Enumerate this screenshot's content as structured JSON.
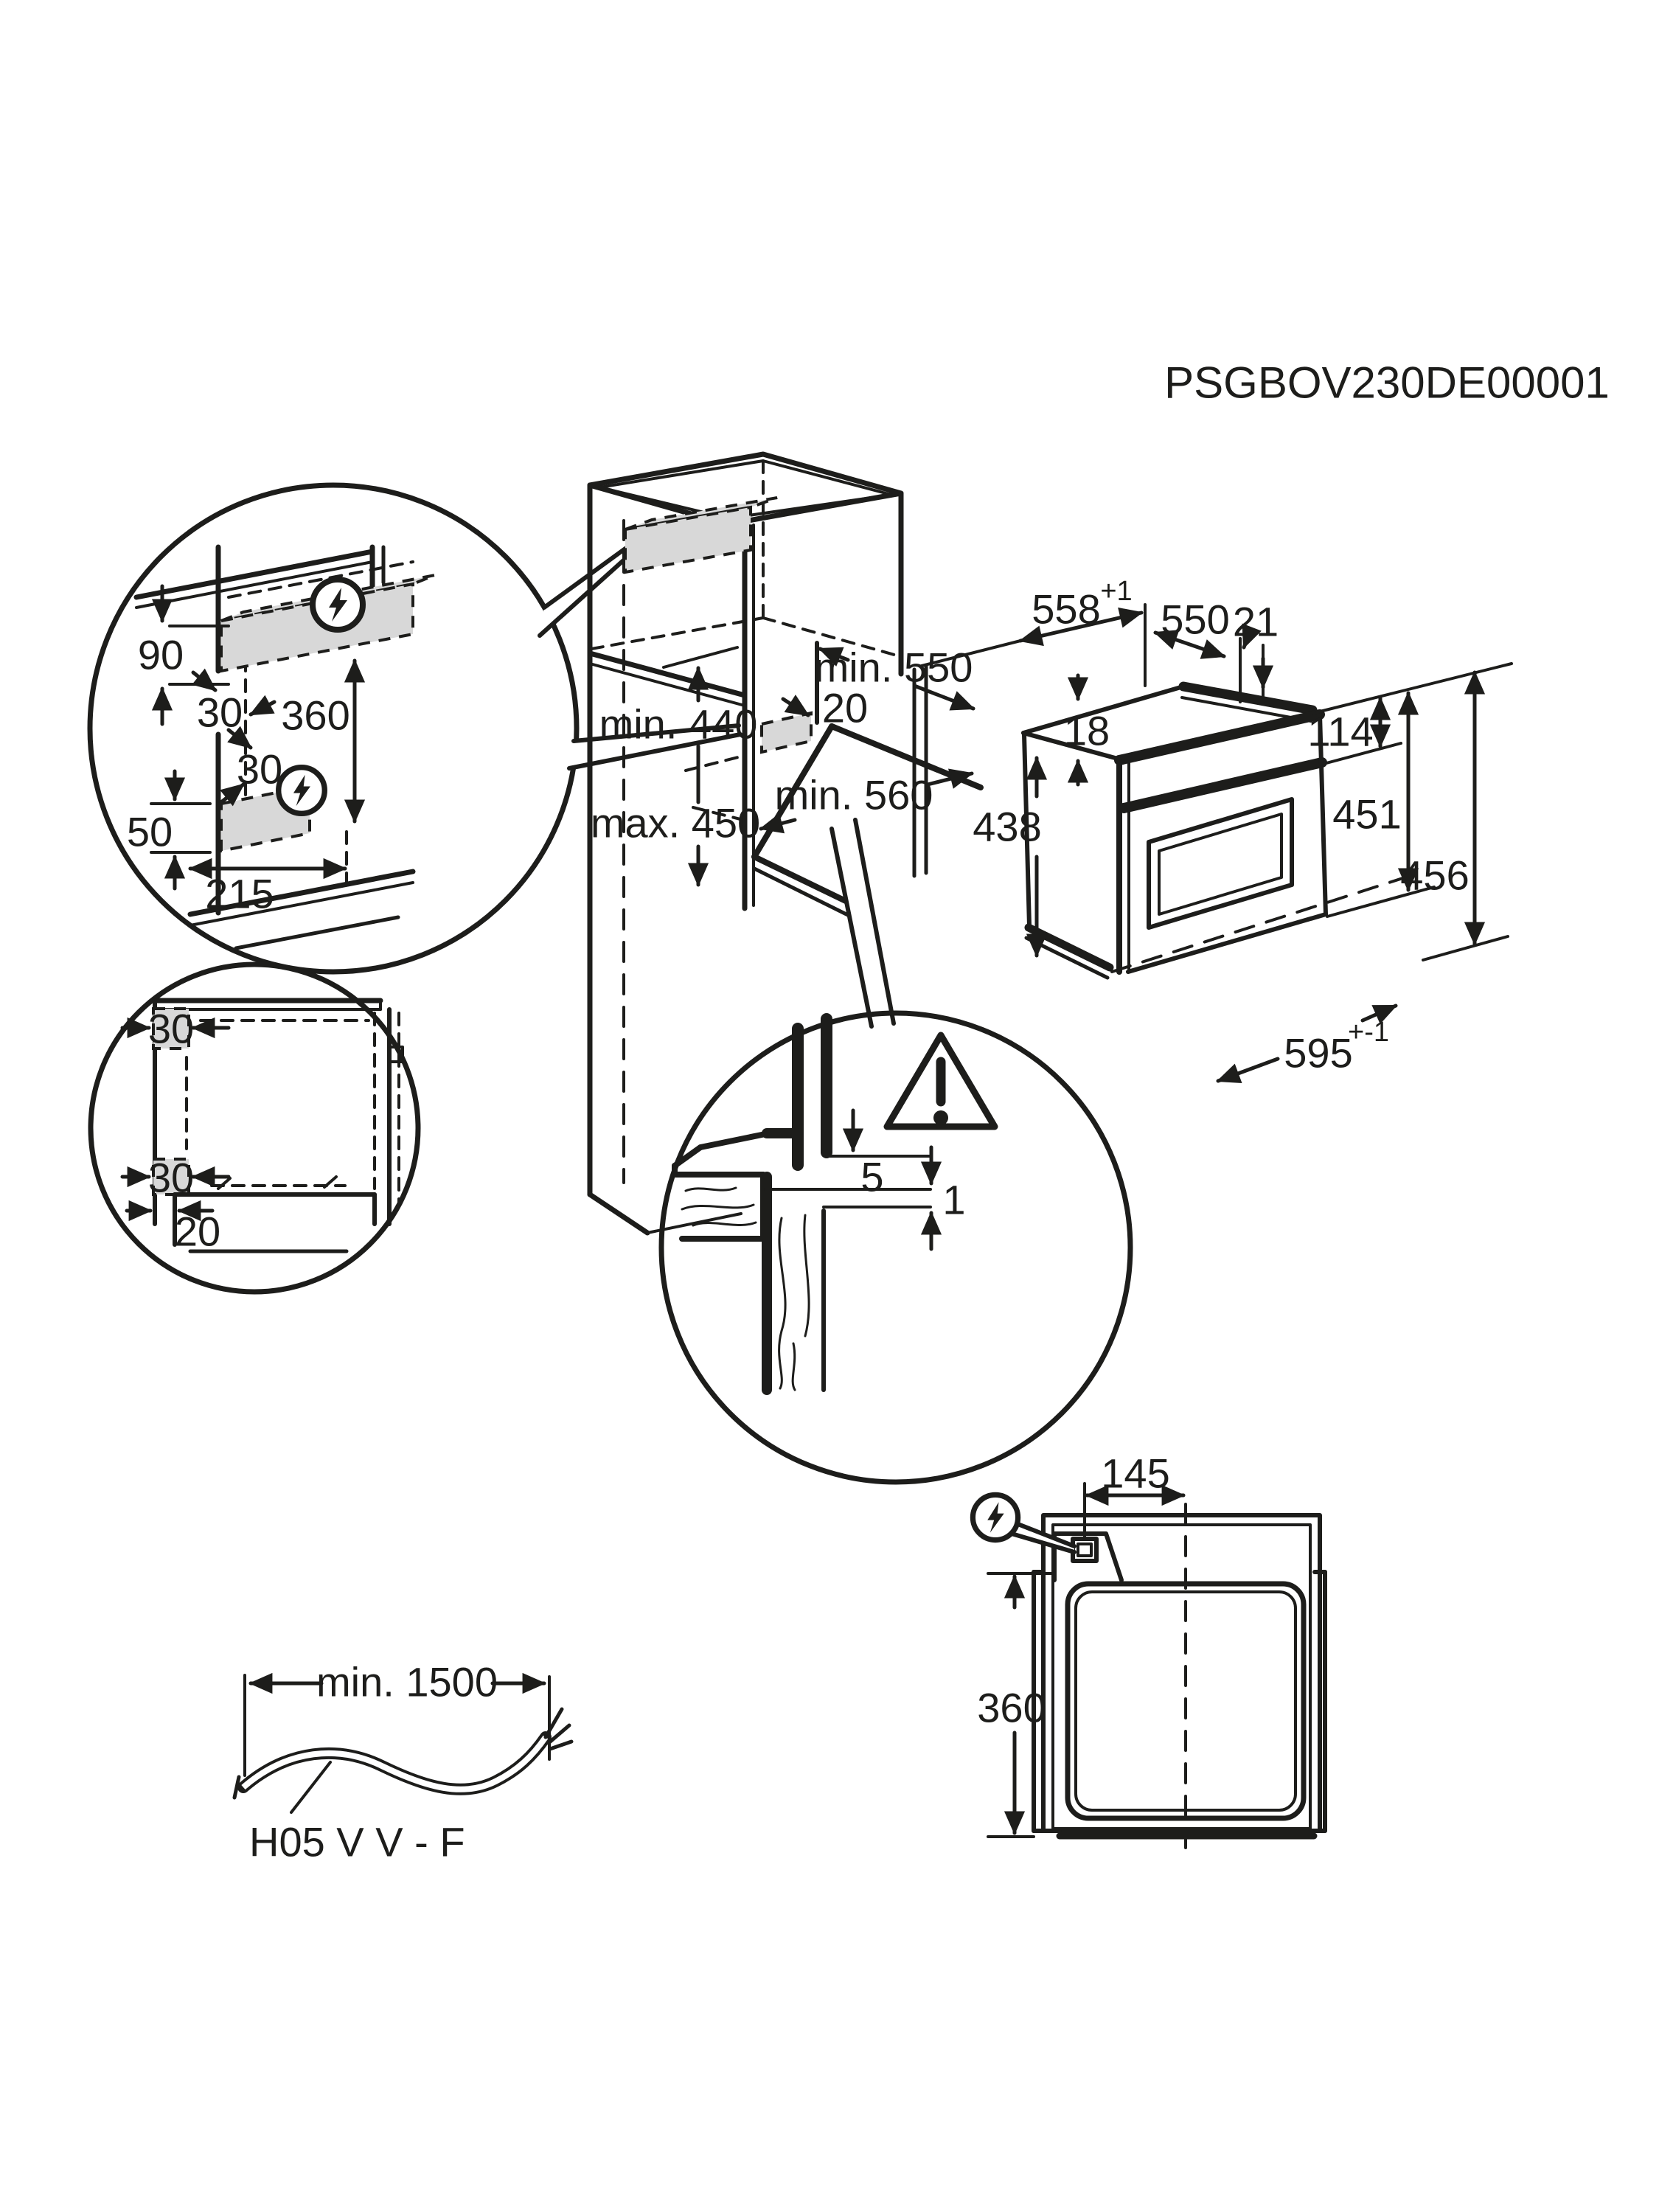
{
  "drawing": {
    "code": "PSGBOV230DE00001"
  },
  "colors": {
    "line": "#1d1d1b",
    "gray_fill": "#d8d8d8",
    "background": "#ffffff"
  },
  "detail_side_circle": {
    "description": "electrical connection positions on cabinet side",
    "d90": "90",
    "d30_top": "30",
    "d360": "360",
    "d30_bottom": "30",
    "d50": "50",
    "d215": "215",
    "icon": "lightning-bolt-circle"
  },
  "cabinet_iso": {
    "min440": "min. 440",
    "max450": "max. 450",
    "min550": "min. 550",
    "d20": "20",
    "min560": "min. 560"
  },
  "oven_iso": {
    "w558": "558",
    "w558_tol": "+1",
    "d550": "550",
    "d21": "21",
    "d18": "18",
    "h114": "114",
    "h438": "438",
    "h451": "451",
    "h456": "456",
    "w595": "595",
    "w595_tol": "+-1"
  },
  "front_view_circle": {
    "d30_top": "30",
    "d30_bottom": "30",
    "d20": "20"
  },
  "gap_detail_circle": {
    "d5": "5",
    "d1": "1",
    "icon": "warning-triangle"
  },
  "cable_figure": {
    "min1500": "min. 1500",
    "cable_type": "H05 V V - F"
  },
  "top_view": {
    "d145": "145",
    "d360": "360",
    "icon": "lightning-bolt-circle"
  }
}
